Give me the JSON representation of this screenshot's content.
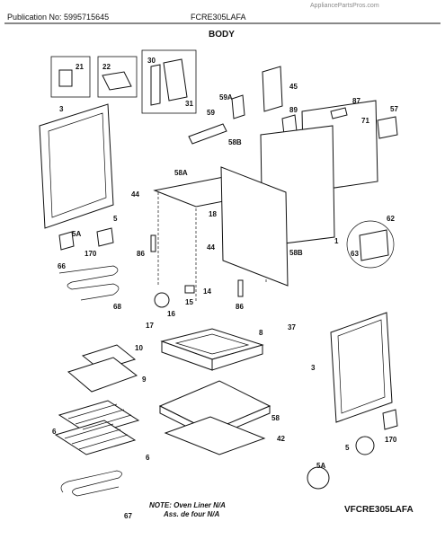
{
  "header": {
    "publication": "Publication No: 5995715645",
    "model_code": "FCRE305LAFA",
    "watermark": "AppliancePartsPros.com"
  },
  "title": "BODY",
  "note": {
    "line1": "NOTE: Oven Liner N/A",
    "line2": "Ass. de four N/A"
  },
  "model_footer": "VFCRE305LAFA",
  "callouts": {
    "c21": "21",
    "c22": "22",
    "c30": "30",
    "c31": "31",
    "c45": "45",
    "c59a": "59A",
    "c59": "59",
    "c58b_top": "58B",
    "c87": "87",
    "c89": "89",
    "c71": "71",
    "c57": "57",
    "c3_left": "3",
    "c58a": "58A",
    "c44_a": "44",
    "c18": "18",
    "c5": "5",
    "c5a_left": "5A",
    "c170_left": "170",
    "c86_a": "86",
    "c44_b": "44",
    "c1": "1",
    "c58b": "58B",
    "c62": "62",
    "c63": "63",
    "c66": "66",
    "c68": "68",
    "c14": "14",
    "c15": "15",
    "c16": "16",
    "c17": "17",
    "c86_b": "86",
    "c8": "8",
    "c37": "37",
    "c10": "10",
    "c9": "9",
    "c3_right": "3",
    "c6_a": "6",
    "c6_b": "6",
    "c58": "58",
    "c42": "42",
    "c170_right": "170",
    "c5_right": "5",
    "c5a_right": "5A",
    "c67": "67"
  }
}
